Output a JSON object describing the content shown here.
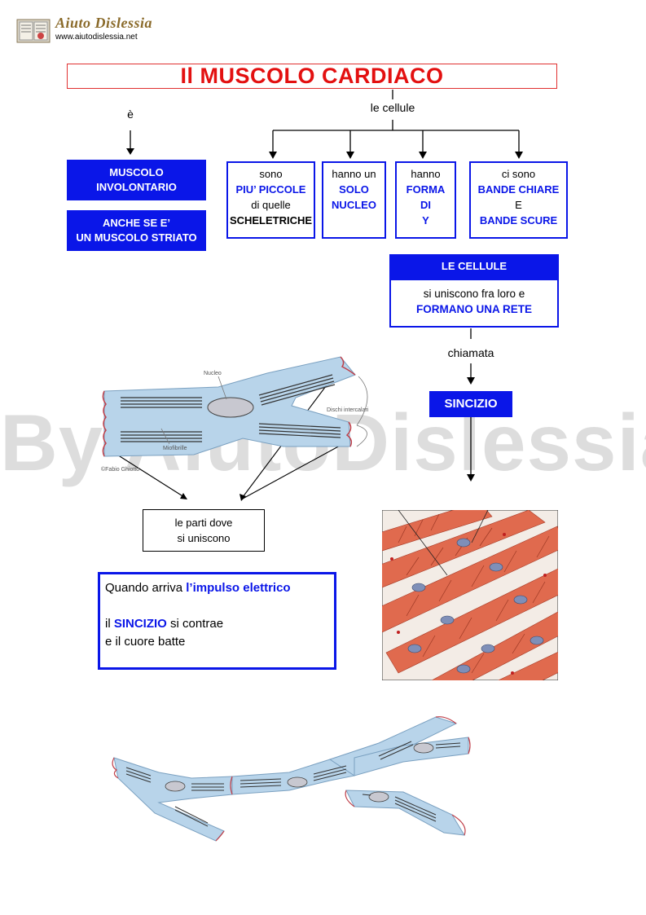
{
  "header": {
    "logo_title": "Aiuto Dislessia",
    "logo_url": "www.aiutodislessia.net"
  },
  "title": "Il MUSCOLO CARDIACO",
  "left_branch": {
    "connector": "è",
    "box1": [
      "MUSCOLO",
      "INVOLONTARIO"
    ],
    "box2": [
      "ANCHE  SE  E’",
      "UN  MUSCOLO  STRIATO"
    ]
  },
  "right_branch": {
    "connector": "le cellule",
    "boxes": [
      {
        "l1": "sono",
        "l2": "PIU’ PICCOLE",
        "l3": "di quelle",
        "l4": "SCHELETRICHE"
      },
      {
        "l1": "hanno un",
        "l2": "SOLO",
        "l3": "NUCLEO"
      },
      {
        "l1": "hanno",
        "l2": "FORMA",
        "l3": "DI",
        "l4": "Y"
      },
      {
        "l1": "ci sono",
        "l2": "BANDE CHIARE",
        "l3": "E",
        "l4": "BANDE SCURE"
      }
    ]
  },
  "cells_box": {
    "header": "LE CELLULE",
    "line1": "si uniscono fra loro e",
    "line2": "FORMANO UNA RETE"
  },
  "chiamata": "chiamata",
  "sincizio": "SINCIZIO",
  "illustration": {
    "nucleo": "Nucleo",
    "dischi": "Dischi intercalari",
    "miofibrille": "Miofibrille",
    "credit": "©Fabio Ghiotto"
  },
  "parts_box": [
    "le parti dove",
    "si uniscono"
  ],
  "impulse": {
    "l1_a": "Quando arriva ",
    "l1_b": "l’impulso elettrico",
    "l2_a": "il ",
    "l2_b": "SINCIZIO",
    "l2_c": " si contrae",
    "l3": "e il cuore batte"
  },
  "watermark": "By AiutoDislessia.net",
  "colors": {
    "accent_blue": "#0a16e8",
    "title_red": "#e31010",
    "cell_blue": "#b8d4ea",
    "tissue_red": "#e06a4e"
  }
}
